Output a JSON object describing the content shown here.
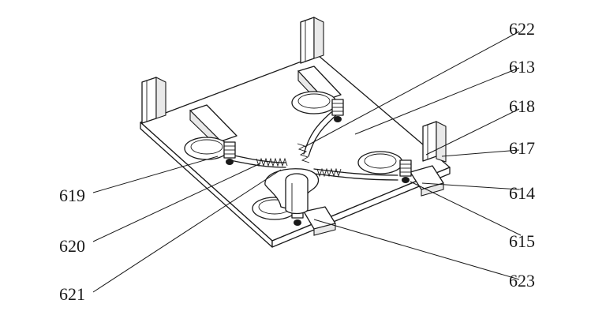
{
  "callouts": [
    {
      "id": "622",
      "label": "622"
    },
    {
      "id": "613",
      "label": "613"
    },
    {
      "id": "618",
      "label": "618"
    },
    {
      "id": "617",
      "label": "617"
    },
    {
      "id": "614",
      "label": "614"
    },
    {
      "id": "615",
      "label": "615"
    },
    {
      "id": "623",
      "label": "623"
    },
    {
      "id": "619",
      "label": "619"
    },
    {
      "id": "620",
      "label": "620"
    },
    {
      "id": "621",
      "label": "621"
    }
  ]
}
